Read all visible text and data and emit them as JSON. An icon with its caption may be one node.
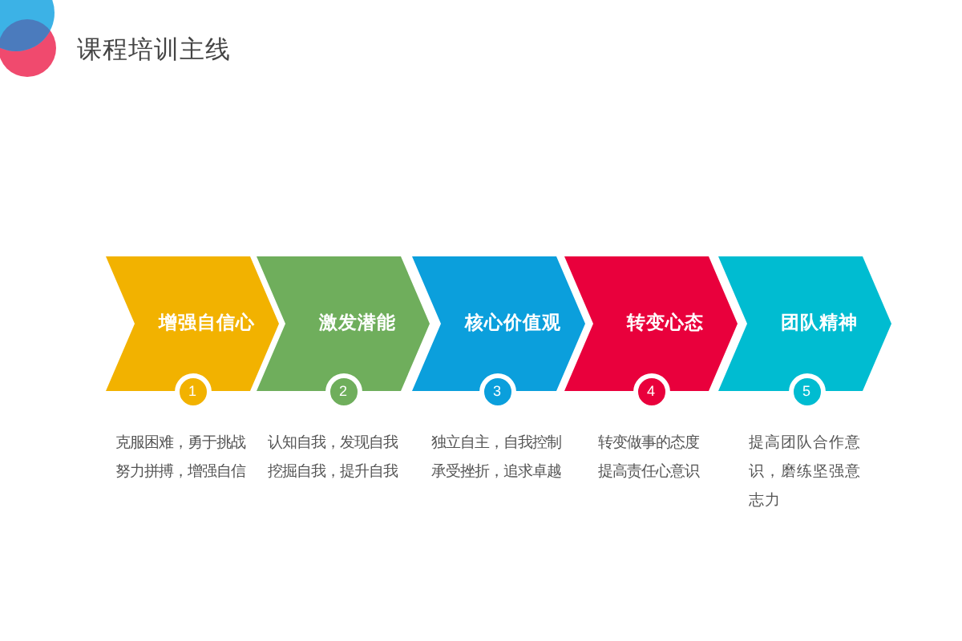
{
  "diagram": {
    "title": "课程培训主线",
    "nodes": [
      {
        "text": [
          "增强自信心"
        ]
      },
      {
        "text": [
          "1"
        ],
        "beside": [
          "克服困难，勇于挑战努力拼搏，增强自信"
        ]
      },
      {
        "text": [
          "激发潜能"
        ]
      },
      {
        "text": [
          "2"
        ],
        "beside": [
          "认知自我，发现自我挖掘自我，提升自我"
        ]
      },
      {
        "text": [
          "核心价值观"
        ]
      },
      {
        "text": [
          "3"
        ],
        "beside": [
          "独立自主，自我控制承受挫折，追求卓越"
        ]
      },
      {
        "text": [
          "转变心态"
        ]
      },
      {
        "text": [
          "4"
        ],
        "beside": [
          "转变做事的态度提高责任心意识"
        ]
      },
      {
        "text": [
          "团队精神"
        ]
      },
      {
        "text": [
          "5"
        ],
        "beside": [
          "提高团队合作意识，磨练坚强意志力"
        ]
      }
    ]
  }
}
